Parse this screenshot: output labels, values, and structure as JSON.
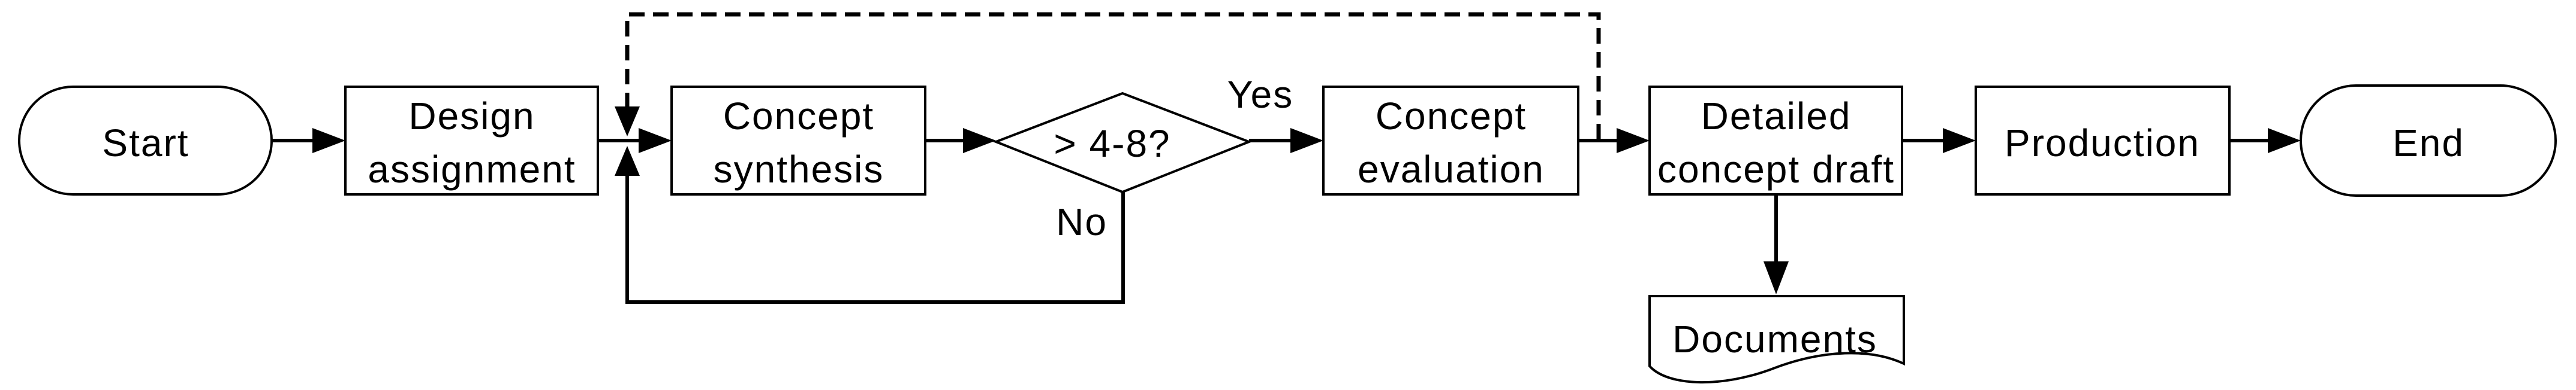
{
  "diagram": {
    "type": "flowchart",
    "background_color": "#ffffff",
    "stroke_color": "#000000",
    "nodes": {
      "start": {
        "shape": "terminator",
        "label": "Start"
      },
      "design_assignment": {
        "shape": "process",
        "line1": "Design",
        "line2": "assignment"
      },
      "concept_synthesis": {
        "shape": "process",
        "line1": "Concept",
        "line2": "synthesis"
      },
      "decision": {
        "shape": "decision",
        "label": "> 4-8?"
      },
      "concept_evaluation": {
        "shape": "process",
        "line1": "Concept",
        "line2": "evaluation"
      },
      "detailed_concept_draft": {
        "shape": "process",
        "line1": "Detailed",
        "line2": "concept draft"
      },
      "production": {
        "shape": "process",
        "label": "Production"
      },
      "end": {
        "shape": "terminator",
        "label": "End"
      },
      "documents": {
        "shape": "document",
        "label": "Documents"
      }
    },
    "edge_labels": {
      "yes": "Yes",
      "no": "No"
    },
    "edges": [
      {
        "from": "start",
        "to": "design_assignment",
        "style": "solid"
      },
      {
        "from": "design_assignment",
        "to": "concept_synthesis",
        "style": "solid"
      },
      {
        "from": "concept_synthesis",
        "to": "decision",
        "style": "solid"
      },
      {
        "from": "decision",
        "to": "concept_evaluation",
        "style": "solid",
        "label": "Yes"
      },
      {
        "from": "decision",
        "to": "concept_synthesis_junction",
        "style": "solid",
        "label": "No"
      },
      {
        "from": "concept_evaluation",
        "to": "detailed_concept_draft",
        "style": "solid"
      },
      {
        "from": "concept_evaluation_output",
        "to": "concept_synthesis_junction",
        "style": "dashed"
      },
      {
        "from": "detailed_concept_draft",
        "to": "production",
        "style": "solid"
      },
      {
        "from": "detailed_concept_draft",
        "to": "documents",
        "style": "solid"
      },
      {
        "from": "production",
        "to": "end",
        "style": "solid"
      }
    ]
  }
}
